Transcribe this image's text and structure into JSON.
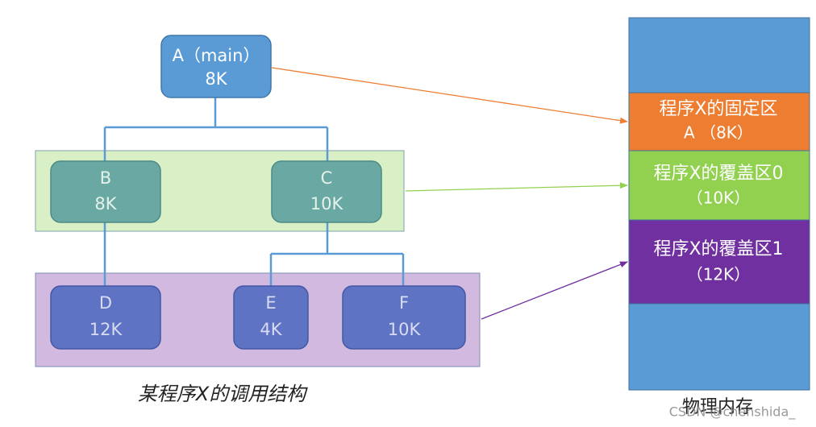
{
  "nodes": {
    "A": {
      "name": "A（main）",
      "size": "8K"
    },
    "B": {
      "name": "B",
      "size": "8K"
    },
    "C": {
      "name": "C",
      "size": "10K"
    },
    "D": {
      "name": "D",
      "size": "12K"
    },
    "E": {
      "name": "E",
      "size": "4K"
    },
    "F": {
      "name": "F",
      "size": "10K"
    }
  },
  "memory": {
    "fixed": {
      "line1": "程序X的固定区",
      "line2": "A （8K）"
    },
    "overlay0": {
      "line1": "程序X的覆盖区0",
      "line2": "（10K）"
    },
    "overlay1": {
      "line1": "程序X的覆盖区1",
      "line2": "（12K）"
    },
    "label": "物理内存"
  },
  "caption": "某程序X的调用结构",
  "watermark": "CSDN @chenshida_",
  "colors": {
    "node_a": "#5b9bd5",
    "node_bc": "#6aa8a4",
    "node_def": "#5f73c4",
    "group_bc_bg": "#d9efc6",
    "group_def_bg": "#d2b9e0",
    "memory_bg": "#5b9bd5",
    "fixed": "#ed7d31",
    "overlay0": "#92d050",
    "overlay1": "#7030a0",
    "arrow_a": "#ed7d31",
    "arrow_bc": "#92d050",
    "arrow_def": "#7030a0"
  }
}
